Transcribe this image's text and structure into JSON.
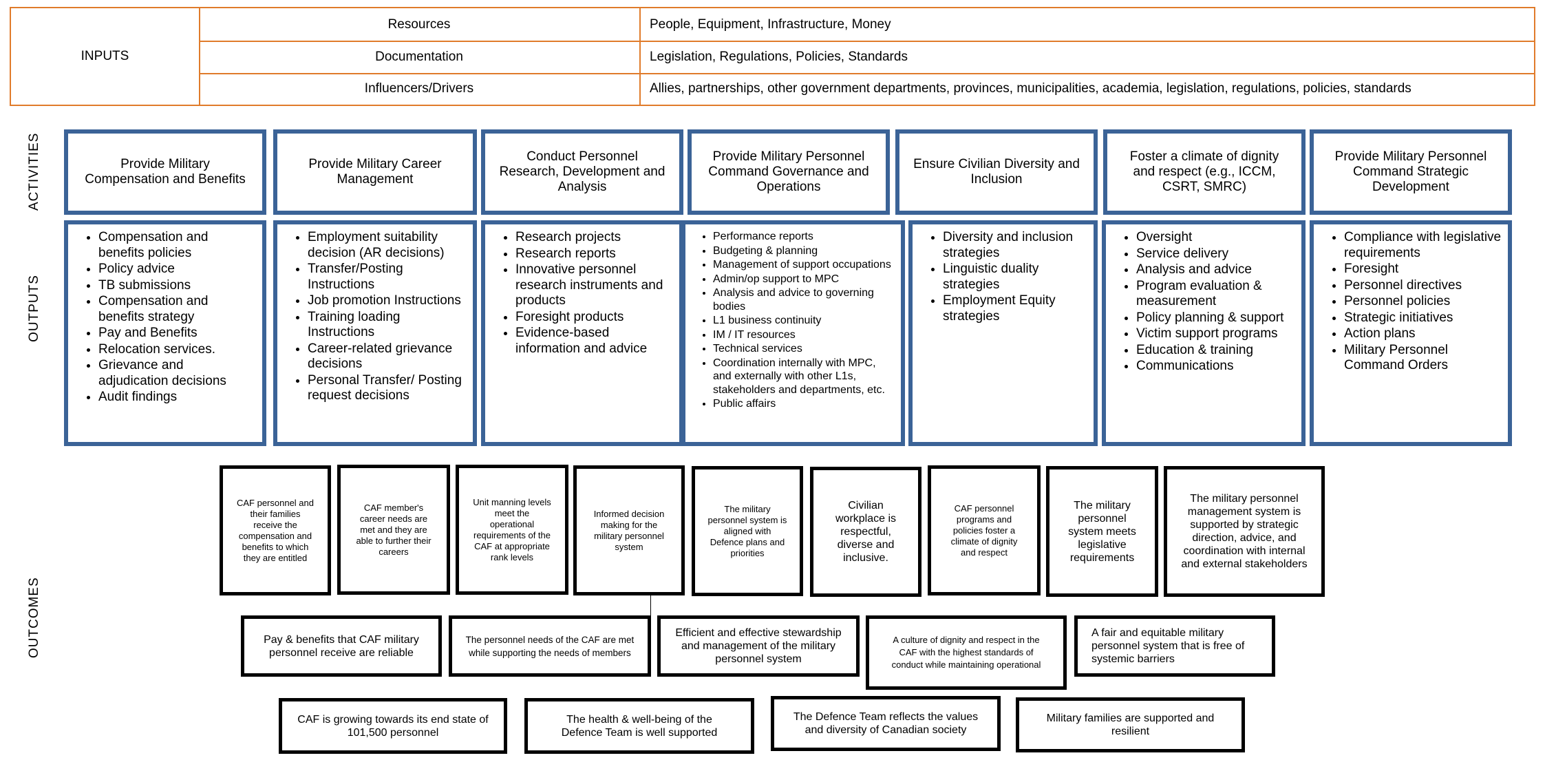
{
  "inputs": {
    "label": "INPUTS",
    "rows": [
      {
        "key": "Resources",
        "value": "People, Equipment, Infrastructure, Money"
      },
      {
        "key": "Documentation",
        "value": "Legislation, Regulations, Policies, Standards"
      },
      {
        "key": "Influencers/Drivers",
        "value": "Allies, partnerships, other government departments, provinces, municipalities, academia, legislation, regulations, policies, standards"
      }
    ]
  },
  "side_labels": {
    "activities": "ACTIVITIES",
    "outputs": "OUTPUTS",
    "outcomes": "OUTCOMES"
  },
  "activities": [
    "Provide Military Compensation and Benefits",
    "Provide Military Career Management",
    "Conduct Personnel Research, Development and Analysis",
    "Provide Military Personnel Command Governance and Operations",
    "Ensure Civilian Diversity and Inclusion",
    "Foster a climate of dignity and respect (e.g., ICCM, CSRT, SMRC)",
    "Provide Military Personnel Command Strategic Development"
  ],
  "outputs": [
    [
      "Compensation and benefits policies",
      "Policy advice",
      "TB submissions",
      "Compensation and benefits strategy",
      "Pay and Benefits",
      "Relocation services.",
      "Grievance and adjudication decisions",
      "Audit findings"
    ],
    [
      "Employment suitability decision (AR decisions)",
      "Transfer/Posting Instructions",
      "Job promotion Instructions",
      "Training loading Instructions",
      "Career-related grievance decisions",
      "Personal Transfer/ Posting request decisions"
    ],
    [
      "Research projects",
      "Research reports",
      "Innovative personnel research instruments and products",
      "Foresight products",
      "Evidence-based information and advice"
    ],
    [
      "Performance reports",
      "Budgeting & planning",
      "Management of support occupations",
      "Admin/op support to MPC",
      "Analysis and advice to governing bodies",
      "L1 business continuity",
      "IM / IT resources",
      "Technical services",
      "Coordination internally with MPC, and externally with other L1s, stakeholders and departments, etc.",
      "Public affairs"
    ],
    [
      "Diversity and inclusion strategies",
      "Linguistic duality strategies",
      "Employment Equity strategies"
    ],
    [
      "Oversight",
      "Service delivery",
      "Analysis and advice",
      "Program evaluation & measurement",
      "Policy planning & support",
      "Victim support programs",
      "Education & training",
      "Communications"
    ],
    [
      "Compliance with legislative requirements",
      "Foresight",
      "Personnel directives",
      "Personnel policies",
      "Strategic initiatives",
      "Action plans",
      "Military Personnel Command Orders"
    ]
  ],
  "outcomes_immediate": [
    "CAF personnel and their families receive the compensation and benefits to which they are entitled",
    "CAF member's career needs are met and they are able to further their careers",
    "Unit manning levels meet the operational requirements of the CAF at appropriate rank levels",
    "Informed decision making for the military personnel system",
    "The military personnel system is aligned with Defence plans and priorities",
    "Civilian workplace is respectful, diverse and inclusive.",
    "CAF personnel programs and policies foster a climate of dignity and respect",
    "The military personnel system meets legislative requirements",
    "The military personnel management system is supported by strategic direction, advice, and coordination with internal and external stakeholders"
  ],
  "outcomes_intermediate": [
    "Pay & benefits that CAF military personnel receive are reliable",
    "The personnel needs of the CAF are met while supporting the needs of members",
    "Efficient and effective stewardship and management of the military personnel system",
    "A culture of dignity and respect in the CAF with the highest standards of conduct while maintaining operational",
    "A fair and equitable military personnel system that is free of systemic barriers"
  ],
  "outcomes_ultimate": [
    "CAF is growing towards its end state of 101,500 personnel",
    "The health & well-being of the Defence Team is well supported",
    "The Defence Team reflects the values and diversity of Canadian society",
    "Military families are supported and resilient"
  ],
  "colors": {
    "inputs_border": "#e07b2a",
    "activity_border": "#3b6397",
    "outcome_border": "#000000"
  }
}
